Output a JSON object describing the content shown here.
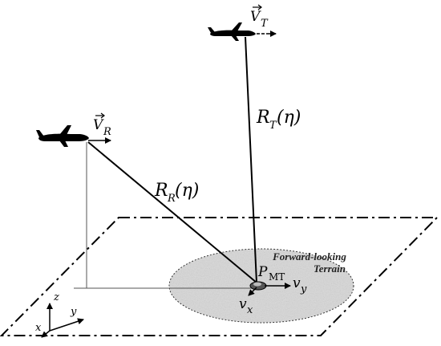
{
  "labels": {
    "v_t_symbol": "V",
    "v_t_sub": "T",
    "v_r_symbol": "V",
    "v_r_sub": "R",
    "r_t_symbol": "R",
    "r_t_sub": "T",
    "r_t_arg": "(η)",
    "r_r_symbol": "R",
    "r_r_sub": "R",
    "r_r_arg": "(η)",
    "pmt_symbol": "P",
    "pmt_sub": "MT",
    "vy_symbol": "v",
    "vy_sub": "y",
    "vx_symbol": "v",
    "vx_sub": "x",
    "terrain_line1": "Forward-looking",
    "terrain_line2": "Terrain",
    "axis_z": "z",
    "axis_y": "y",
    "axis_x": "x"
  },
  "icons": {
    "transmitter": "airplane-icon",
    "receiver": "airplane-icon",
    "target": "vehicle-icon"
  }
}
